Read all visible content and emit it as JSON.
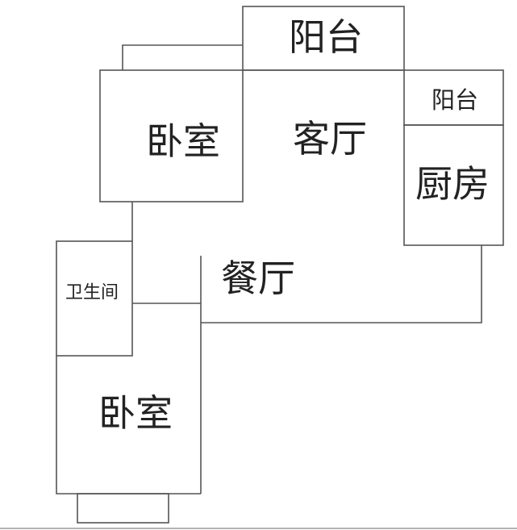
{
  "rooms": {
    "balcony_top": "阳台",
    "bedroom_top": "卧室",
    "living_room": "客厅",
    "balcony_small": "阳台",
    "kitchen": "厨房",
    "dining_room": "餐厅",
    "bathroom": "卫生间",
    "bedroom_bottom": "卧室"
  }
}
